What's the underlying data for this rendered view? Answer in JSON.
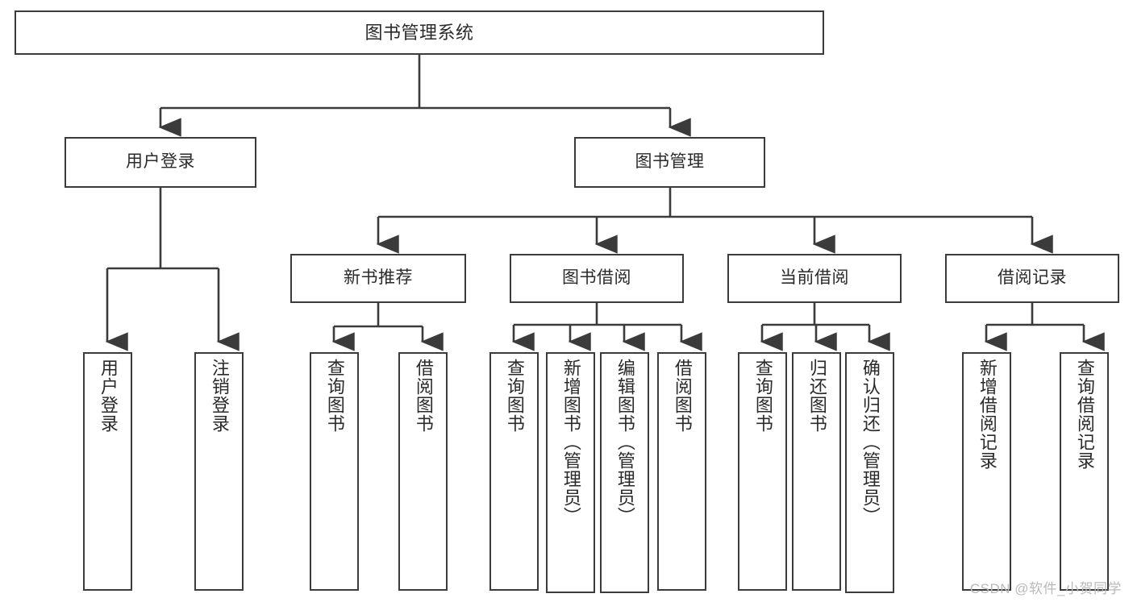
{
  "diagram": {
    "title": "图书管理系统",
    "watermark": "CSDN @软件_小贺同学",
    "colors": {
      "stroke": "#3b3b3b",
      "fill": "#ffffff",
      "text": "#2a2a2a",
      "watermark": "#b9b9b9"
    },
    "levels": {
      "root": {
        "label": "图书管理系统"
      },
      "level2": [
        {
          "label": "用户登录"
        },
        {
          "label": "图书管理"
        }
      ],
      "level3": [
        {
          "label": "新书推荐"
        },
        {
          "label": "图书借阅"
        },
        {
          "label": "当前借阅"
        },
        {
          "label": "借阅记录"
        }
      ],
      "leaves": [
        {
          "label": "用户登录",
          "parent": "用户登录"
        },
        {
          "label": "注销登录",
          "parent": "用户登录"
        },
        {
          "label": "查询图书",
          "parent": "新书推荐"
        },
        {
          "label": "借阅图书",
          "parent": "新书推荐"
        },
        {
          "label": "查询图书",
          "parent": "图书借阅"
        },
        {
          "label": "新增图书（管理员）",
          "parent": "图书借阅"
        },
        {
          "label": "编辑图书（管理员）",
          "parent": "图书借阅"
        },
        {
          "label": "借阅图书",
          "parent": "图书借阅"
        },
        {
          "label": "查询图书",
          "parent": "当前借阅"
        },
        {
          "label": "归还图书",
          "parent": "当前借阅"
        },
        {
          "label": "确认归还（管理员）",
          "parent": "当前借阅"
        },
        {
          "label": "新增借阅记录",
          "parent": "借阅记录"
        },
        {
          "label": "查询借阅记录",
          "parent": "借阅记录"
        }
      ]
    }
  }
}
